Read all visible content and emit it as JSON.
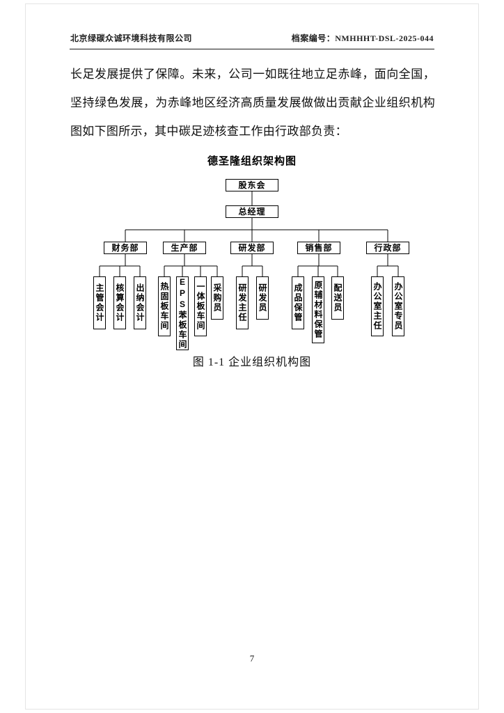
{
  "header": {
    "company": "北京绿碳众诚环境科技有限公司",
    "archive_label": "档案编号：",
    "archive_number": "NMHHHT-DSL-2025-044"
  },
  "body": {
    "paragraph": "长足发展提供了保障。未来，公司一如既往地立足赤峰，面向全国，坚持绿色发展，为赤峰地区经济高质量发展做做出贡献企业组织机构图如下图所示，其中碳足迹核查工作由行政部负责："
  },
  "chart": {
    "title": "德圣隆组织架构图",
    "root": "股东会",
    "general_manager": "总经理",
    "departments": [
      {
        "label": "财务部",
        "children": [
          "主管会计",
          "核算会计",
          "出纳会计"
        ]
      },
      {
        "label": "生产部",
        "children": [
          "热固板车间",
          "EPS苯板车间",
          "一体板车间",
          "采购员"
        ]
      },
      {
        "label": "研发部",
        "children": [
          "研发主任",
          "研发员"
        ]
      },
      {
        "label": "销售部",
        "children": [
          "成品保管",
          "原辅材料保管",
          "配送员"
        ]
      },
      {
        "label": "行政部",
        "children": [
          "办公室主任",
          "办公室专员"
        ]
      }
    ]
  },
  "caption": "图 1-1 企业组织机构图",
  "page_number": "7"
}
